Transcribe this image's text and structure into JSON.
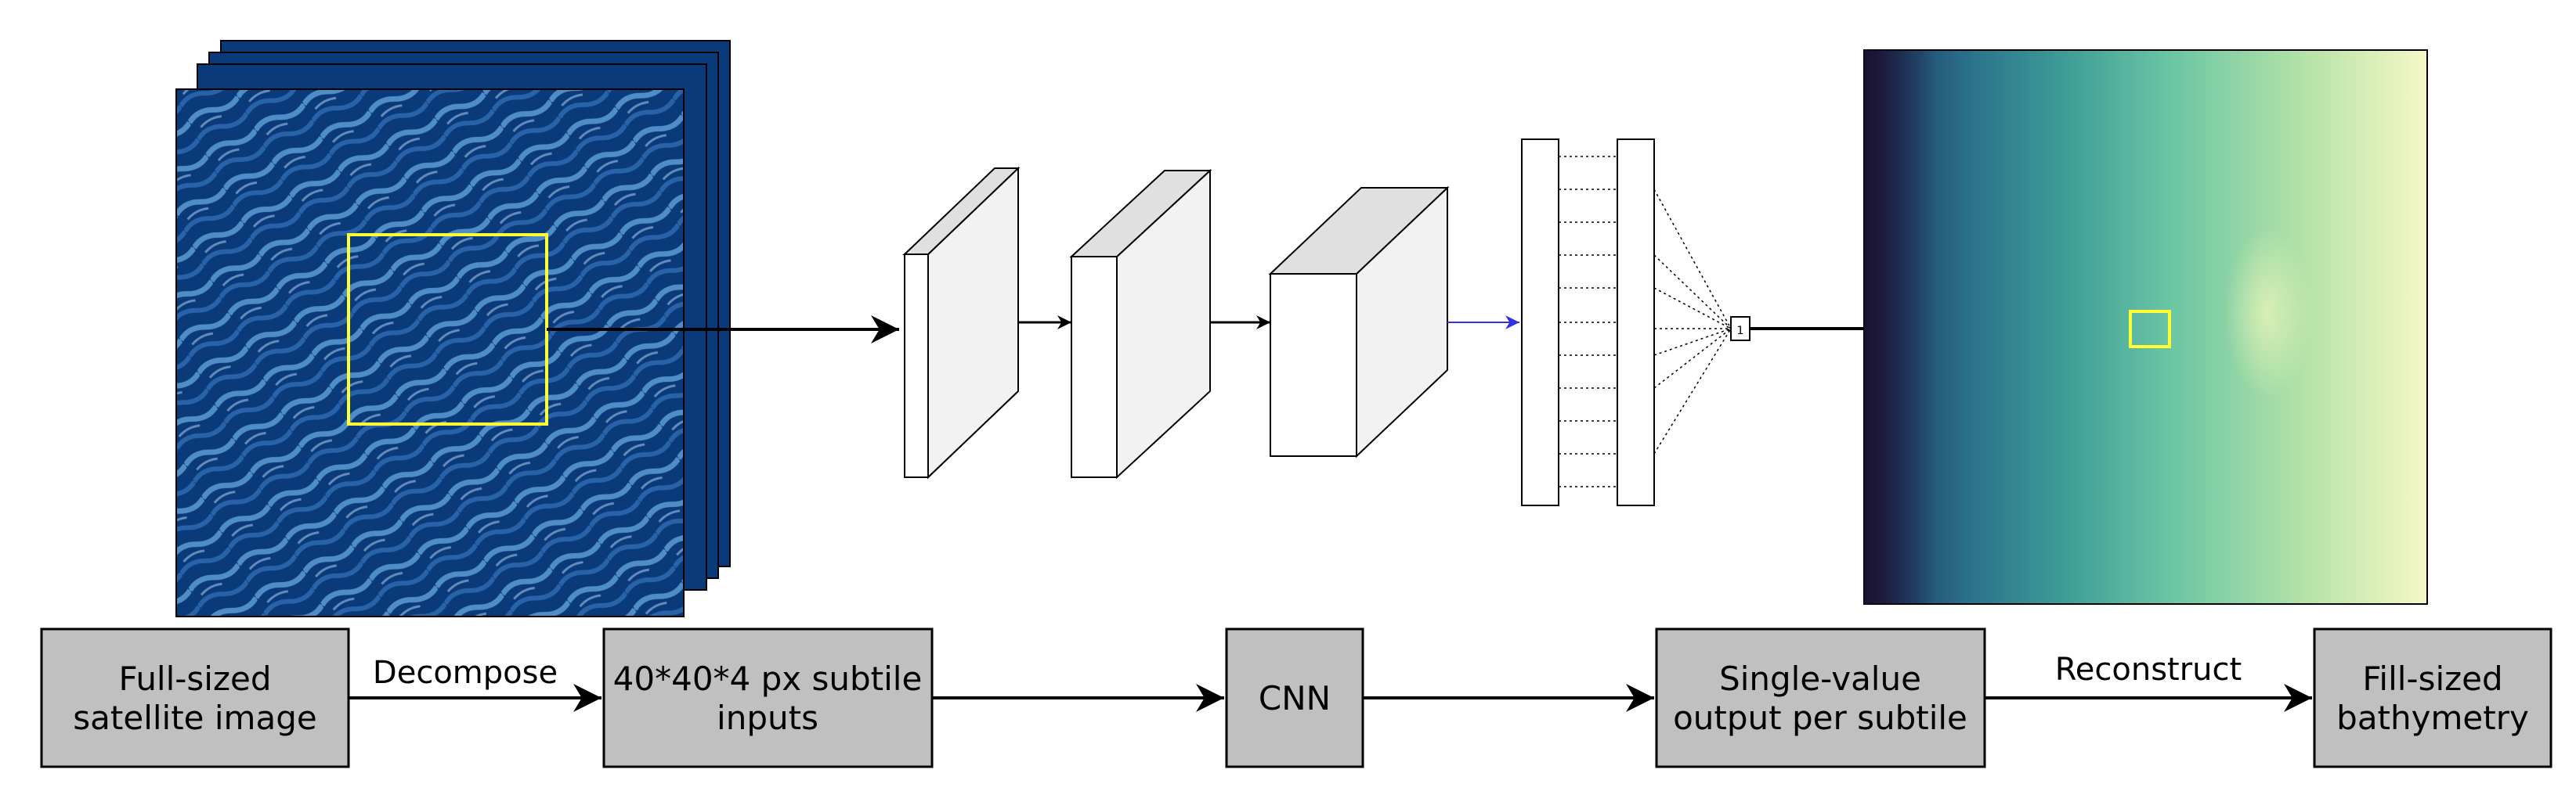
{
  "pipeline": {
    "boxes": [
      {
        "id": "input-box",
        "lines": [
          "Full-sized",
          "satellite image"
        ]
      },
      {
        "id": "subtile-box",
        "lines": [
          "40*40*4 px subtile",
          "inputs"
        ]
      },
      {
        "id": "cnn-box",
        "lines": [
          "CNN"
        ]
      },
      {
        "id": "output-box",
        "lines": [
          "Single-value",
          "output per subtile"
        ]
      },
      {
        "id": "bathy-box",
        "lines": [
          "Fill-sized",
          "bathymetry"
        ]
      }
    ],
    "edges": [
      {
        "label": "Decompose"
      },
      {
        "label": ""
      },
      {
        "label": ""
      },
      {
        "label": "Reconstruct"
      }
    ]
  },
  "network": {
    "output_node_label": "1"
  },
  "colors": {
    "box_fill": "#c0c0c0",
    "highlight": "#ffff33",
    "blue_arrow": "#3333dd",
    "satellite_dark": "#08306b",
    "satellite_mid": "#1f5fa8",
    "satellite_light": "#9ecae1"
  }
}
